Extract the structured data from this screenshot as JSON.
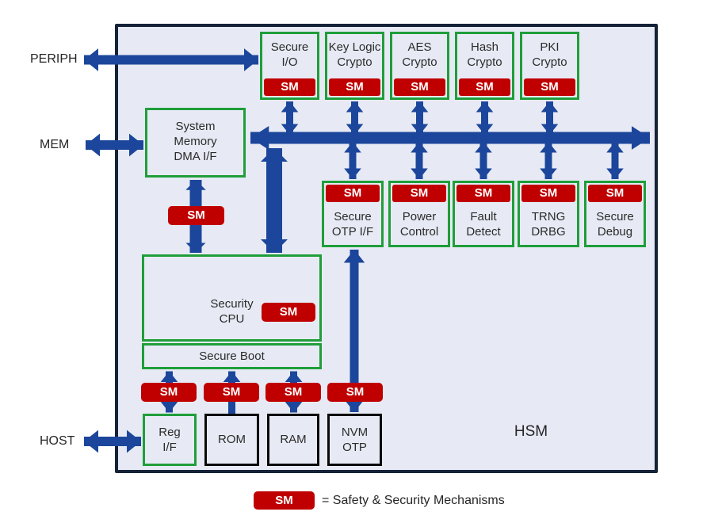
{
  "colors": {
    "hsm_fill": "#E7EAF4",
    "hsm_border": "#152238",
    "block_green": "#1F9E3A",
    "block_black": "#0a0a0a",
    "sm_red": "#C00000",
    "arrow_blue": "#1C469B",
    "text": "#2b2b2b"
  },
  "external_labels": {
    "periph": "PERIPH",
    "mem": "MEM",
    "host": "HOST"
  },
  "hsm_label": "HSM",
  "top_row": [
    {
      "lines": [
        "Secure",
        "I/O"
      ],
      "sm": "SM"
    },
    {
      "lines": [
        "Key Logic",
        "Crypto"
      ],
      "sm": "SM"
    },
    {
      "lines": [
        "AES",
        "Crypto"
      ],
      "sm": "SM"
    },
    {
      "lines": [
        "Hash",
        "Crypto"
      ],
      "sm": "SM"
    },
    {
      "lines": [
        "PKI",
        "Crypto"
      ],
      "sm": "SM"
    }
  ],
  "mid_row": [
    {
      "sm": "SM",
      "lines": [
        "Secure",
        "OTP I/F"
      ]
    },
    {
      "sm": "SM",
      "lines": [
        "Power",
        "Control"
      ]
    },
    {
      "sm": "SM",
      "lines": [
        "Fault",
        "Detect"
      ]
    },
    {
      "sm": "SM",
      "lines": [
        "TRNG",
        "DRBG"
      ]
    },
    {
      "sm": "SM",
      "lines": [
        "Secure",
        "Debug"
      ]
    }
  ],
  "system_memory": {
    "lines": [
      "System",
      "Memory",
      "DMA I/F"
    ]
  },
  "dma_sm": "SM",
  "security_cpu": {
    "lines": [
      "Security",
      "CPU"
    ],
    "sm": "SM"
  },
  "secure_boot": {
    "label": "Secure Boot"
  },
  "bottom_sm_badges": [
    "SM",
    "SM",
    "SM",
    "SM"
  ],
  "bottom_row": [
    {
      "lines": [
        "Reg",
        "I/F"
      ]
    },
    {
      "lines": [
        "ROM"
      ]
    },
    {
      "lines": [
        "RAM"
      ]
    },
    {
      "lines": [
        "NVM",
        "OTP"
      ]
    }
  ],
  "legend": {
    "badge": "SM",
    "text": "= Safety &amp; Security Mechanisms"
  }
}
